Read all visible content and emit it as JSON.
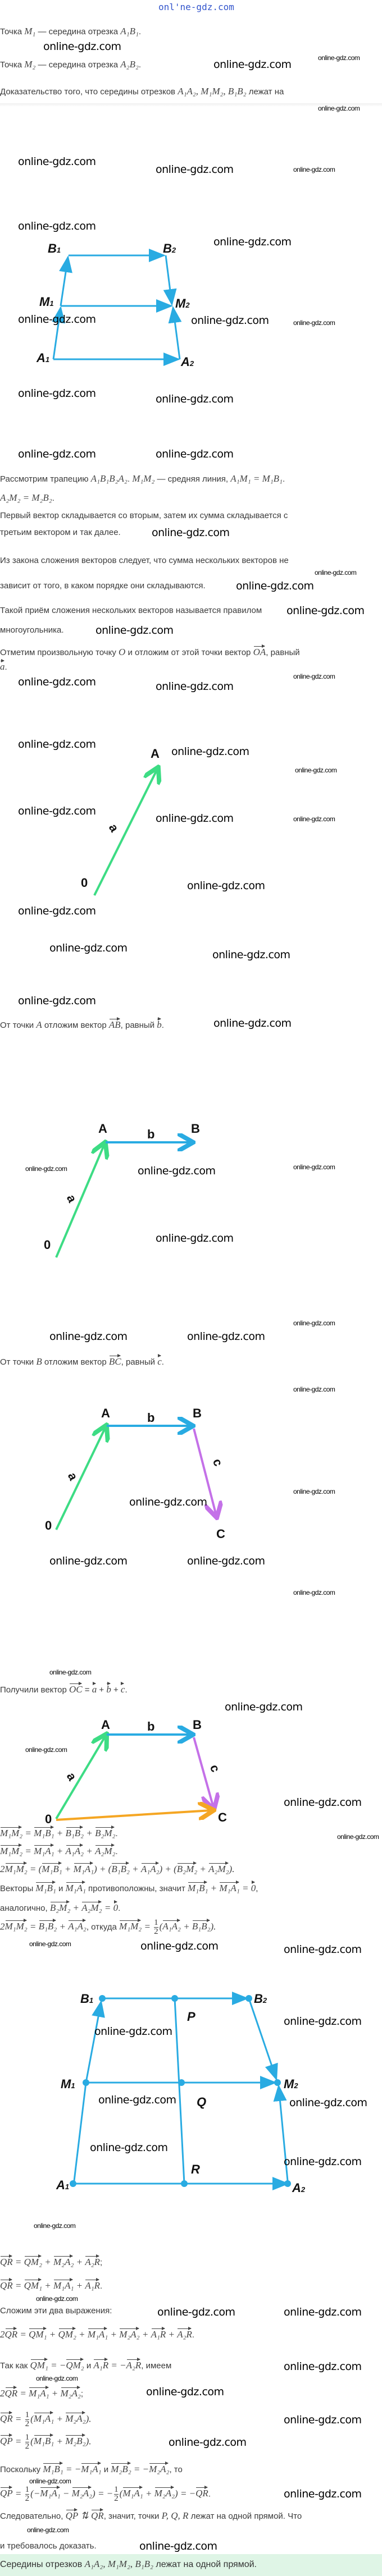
{
  "header_watermark": "onl'ne-gdz.com",
  "watermark": "online-gdz.com",
  "intro": [
    [
      "Точка ",
      {
        "m": "M₁"
      },
      " — середина отрезка ",
      {
        "m": "A₁B₁"
      },
      "."
    ],
    [
      "Точка ",
      {
        "m": "M₂"
      },
      " — середина отрезка ",
      {
        "m": "A₂B₂"
      },
      "."
    ],
    [
      "Доказательство того, что середины отрезков ",
      {
        "m": "A₁A₂, M₁M₂, B₁B₂"
      },
      " лежат на"
    ]
  ],
  "fig1": {
    "B1": "B",
    "B1s": "1",
    "B2": "B",
    "B2s": "2",
    "M1": "M",
    "M1s": "1",
    "M2": "M",
    "M2s": "2",
    "A1": "A",
    "A1s": "1",
    "A2": "A",
    "A2s": "2",
    "color": "#29abe2"
  },
  "text1": [
    [
      "Рассмотрим трапецию ",
      {
        "m": "A₁B₁B₂A₂"
      },
      ". ",
      {
        "m": "M₁M₂"
      },
      " — средняя линия, ",
      {
        "m": "A₁M₁ = M₁B₁"
      },
      "."
    ],
    [
      {
        "m": "A₂M₂ = M₂B₂"
      },
      "."
    ],
    [
      "Первый вектор складывается со вторым, затем их сумма складывается с"
    ],
    [
      "третьим вектором и так далее."
    ],
    [
      "Из закона сложения векторов следует, что сумма нескольких векторов не"
    ],
    [
      "зависит от того, в каком порядке они складываются."
    ],
    [
      "Такой приём сложения нескольких векторов называется правилом"
    ],
    [
      "многоугольника."
    ],
    [
      "Отметим произвольную точку ",
      {
        "m": "O"
      },
      " и отложим от этой точки вектор ",
      {
        "v": "OA"
      },
      ", равный"
    ],
    [
      {
        "v": "a"
      },
      "."
    ]
  ],
  "vec_labels": {
    "O": "0",
    "A": "A",
    "B": "B",
    "C": "C",
    "a": "a",
    "b": "b",
    "c": "c"
  },
  "colors": {
    "a": "#3ddc84",
    "b": "#29abe2",
    "c": "#c471e8",
    "sum": "#f5a623"
  },
  "step_ab": [
    "От точки ",
    {
      "m": "A"
    },
    " отложим вектор ",
    {
      "v": "AB"
    },
    ", равный ",
    {
      "v": "b"
    },
    "."
  ],
  "step_bc": [
    "От точки ",
    {
      "m": "B"
    },
    " отложим вектор ",
    {
      "v": "BC"
    },
    ", равный ",
    {
      "v": "c"
    },
    "."
  ],
  "step_oc": [
    "Получили вектор ",
    {
      "v": "OC"
    },
    " = ",
    {
      "v": "a"
    },
    " + ",
    {
      "v": "b"
    },
    " + ",
    {
      "v": "c"
    },
    "."
  ],
  "eq1": [
    [
      {
        "v": "M₁M₂"
      },
      {
        "m": " = "
      },
      {
        "v": "M₁B₁"
      },
      {
        "m": " + "
      },
      {
        "v": "B₁B₂"
      },
      {
        "m": " + "
      },
      {
        "v": "B₂M₂"
      },
      "."
    ],
    [
      {
        "v": "M₁M₂"
      },
      {
        "m": " = "
      },
      {
        "v": "M₁A₁"
      },
      {
        "m": " + "
      },
      {
        "v": "A₁A₂"
      },
      {
        "m": " + "
      },
      {
        "v": "A₂M₂"
      },
      "."
    ],
    [
      {
        "m": "2"
      },
      {
        "v": "M₁M₂"
      },
      {
        "m": " = ("
      },
      {
        "v": "M₁B₁"
      },
      {
        "m": " + "
      },
      {
        "v": "M₁A₁"
      },
      {
        "m": ") + ("
      },
      {
        "v": "B₁B₂"
      },
      {
        "m": " + "
      },
      {
        "v": "A₁A₂"
      },
      {
        "m": ") + ("
      },
      {
        "v": "B₂M₂"
      },
      {
        "m": " + "
      },
      {
        "v": "A₂M₂"
      },
      {
        "m": ")."
      }
    ],
    [
      "Векторы ",
      {
        "v": "M₁B₁"
      },
      " и ",
      {
        "v": "M₁A₁"
      },
      " противоположны, значит ",
      {
        "v": "M₁B₁"
      },
      {
        "m": " + "
      },
      {
        "v": "M₁A₁"
      },
      {
        "m": " = "
      },
      {
        "v": "0"
      },
      ","
    ],
    [
      "аналогично, ",
      {
        "v": "B₂M₂"
      },
      {
        "m": " + "
      },
      {
        "v": "A₂M₂"
      },
      {
        "m": " = "
      },
      {
        "v": "0"
      },
      "."
    ],
    [
      {
        "m": "2"
      },
      {
        "v": "M₁M₂"
      },
      {
        "m": " = "
      },
      {
        "v": "B₁B₂"
      },
      {
        "m": " + "
      },
      {
        "v": "A₁A₂"
      },
      ", откуда ",
      {
        "v": "M₁M₂"
      },
      {
        "m": " = "
      },
      {
        "f": [
          "1",
          "2"
        ]
      },
      {
        "m": "("
      },
      {
        "v": "A₁A₂"
      },
      {
        "m": " + "
      },
      {
        "v": "B₁B₂"
      },
      {
        "m": ")."
      }
    ]
  ],
  "fig6": {
    "B1": "B",
    "B1s": "1",
    "B2": "B",
    "B2s": "2",
    "M1": "M",
    "M1s": "1",
    "M2": "M",
    "M2s": "2",
    "A1": "A",
    "A1s": "1",
    "A2": "A",
    "A2s": "2",
    "P": "P",
    "Q": "Q",
    "R": "R"
  },
  "eq2": [
    [
      {
        "v": "QR"
      },
      {
        "m": " = "
      },
      {
        "v": "QM₂"
      },
      {
        "m": " + "
      },
      {
        "v": "M₂A₂"
      },
      {
        "m": " + "
      },
      {
        "v": "A₂R"
      },
      ";"
    ],
    [
      {
        "v": "QR"
      },
      {
        "m": " = "
      },
      {
        "v": "QM₁"
      },
      {
        "m": " + "
      },
      {
        "v": "M₁A₁"
      },
      {
        "m": " + "
      },
      {
        "v": "A₁R"
      },
      "."
    ],
    [
      "Сложим эти два выражения:"
    ],
    [
      {
        "m": "2"
      },
      {
        "v": "QR"
      },
      {
        "m": " = "
      },
      {
        "v": "QM₁"
      },
      {
        "m": " + "
      },
      {
        "v": "QM₂"
      },
      {
        "m": " + "
      },
      {
        "v": "M₁A₁"
      },
      {
        "m": " + "
      },
      {
        "v": "M₂A₂"
      },
      {
        "m": " + "
      },
      {
        "v": "A₁R"
      },
      {
        "m": " + "
      },
      {
        "v": "A₂R"
      },
      "."
    ],
    [
      "Так как ",
      {
        "v": "QM₁"
      },
      {
        "m": " = −"
      },
      {
        "v": "QM₂"
      },
      " и ",
      {
        "v": "A₁R"
      },
      {
        "m": " = −"
      },
      {
        "v": "A₂R"
      },
      ", имеем"
    ],
    [
      {
        "m": "2"
      },
      {
        "v": "QR"
      },
      {
        "m": " = "
      },
      {
        "v": "M₁A₁"
      },
      {
        "m": " + "
      },
      {
        "v": "M₂A₂"
      },
      ";"
    ],
    [
      {
        "v": "QR"
      },
      {
        "m": " = "
      },
      {
        "f": [
          "1",
          "2"
        ]
      },
      {
        "m": "("
      },
      {
        "v": "M₁A₁"
      },
      {
        "m": " + "
      },
      {
        "v": "M₂A₂"
      },
      {
        "m": ")."
      }
    ],
    [
      {
        "v": "QP"
      },
      {
        "m": " = "
      },
      {
        "f": [
          "1",
          "2"
        ]
      },
      {
        "m": "("
      },
      {
        "v": "M₁B₁"
      },
      {
        "m": " + "
      },
      {
        "v": "M₂B₂"
      },
      {
        "m": ")."
      }
    ],
    [
      "Поскольку ",
      {
        "v": "M₁B₁"
      },
      {
        "m": " = −"
      },
      {
        "v": "M₁A₁"
      },
      " и ",
      {
        "v": "M₂B₂"
      },
      {
        "m": " = −"
      },
      {
        "v": "M₂A₂"
      },
      ", то"
    ],
    [
      {
        "v": "QP"
      },
      {
        "m": " = "
      },
      {
        "f": [
          "1",
          "2"
        ]
      },
      {
        "m": "(−"
      },
      {
        "v": "M₁A₁"
      },
      {
        "m": " − "
      },
      {
        "v": "M₂A₂"
      },
      {
        "m": ") = −"
      },
      {
        "f": [
          "1",
          "2"
        ]
      },
      {
        "m": "("
      },
      {
        "v": "M₁A₁"
      },
      {
        "m": " + "
      },
      {
        "v": "M₂A₂"
      },
      {
        "m": ") = −"
      },
      {
        "v": "QR"
      },
      "."
    ],
    [
      "Следовательно, ",
      {
        "v": "QP"
      },
      {
        "m": " ⇅ "
      },
      {
        "v": "QR"
      },
      ", значит, точки ",
      {
        "m": "P, Q, R"
      },
      " лежат на одной прямой. Что"
    ],
    [
      "и требовалось доказать."
    ]
  ],
  "answer": [
    "Середины отрезков ",
    {
      "m": "A₁A₂, M₁M₂, B₁B₂"
    },
    " лежат на одной прямой."
  ]
}
